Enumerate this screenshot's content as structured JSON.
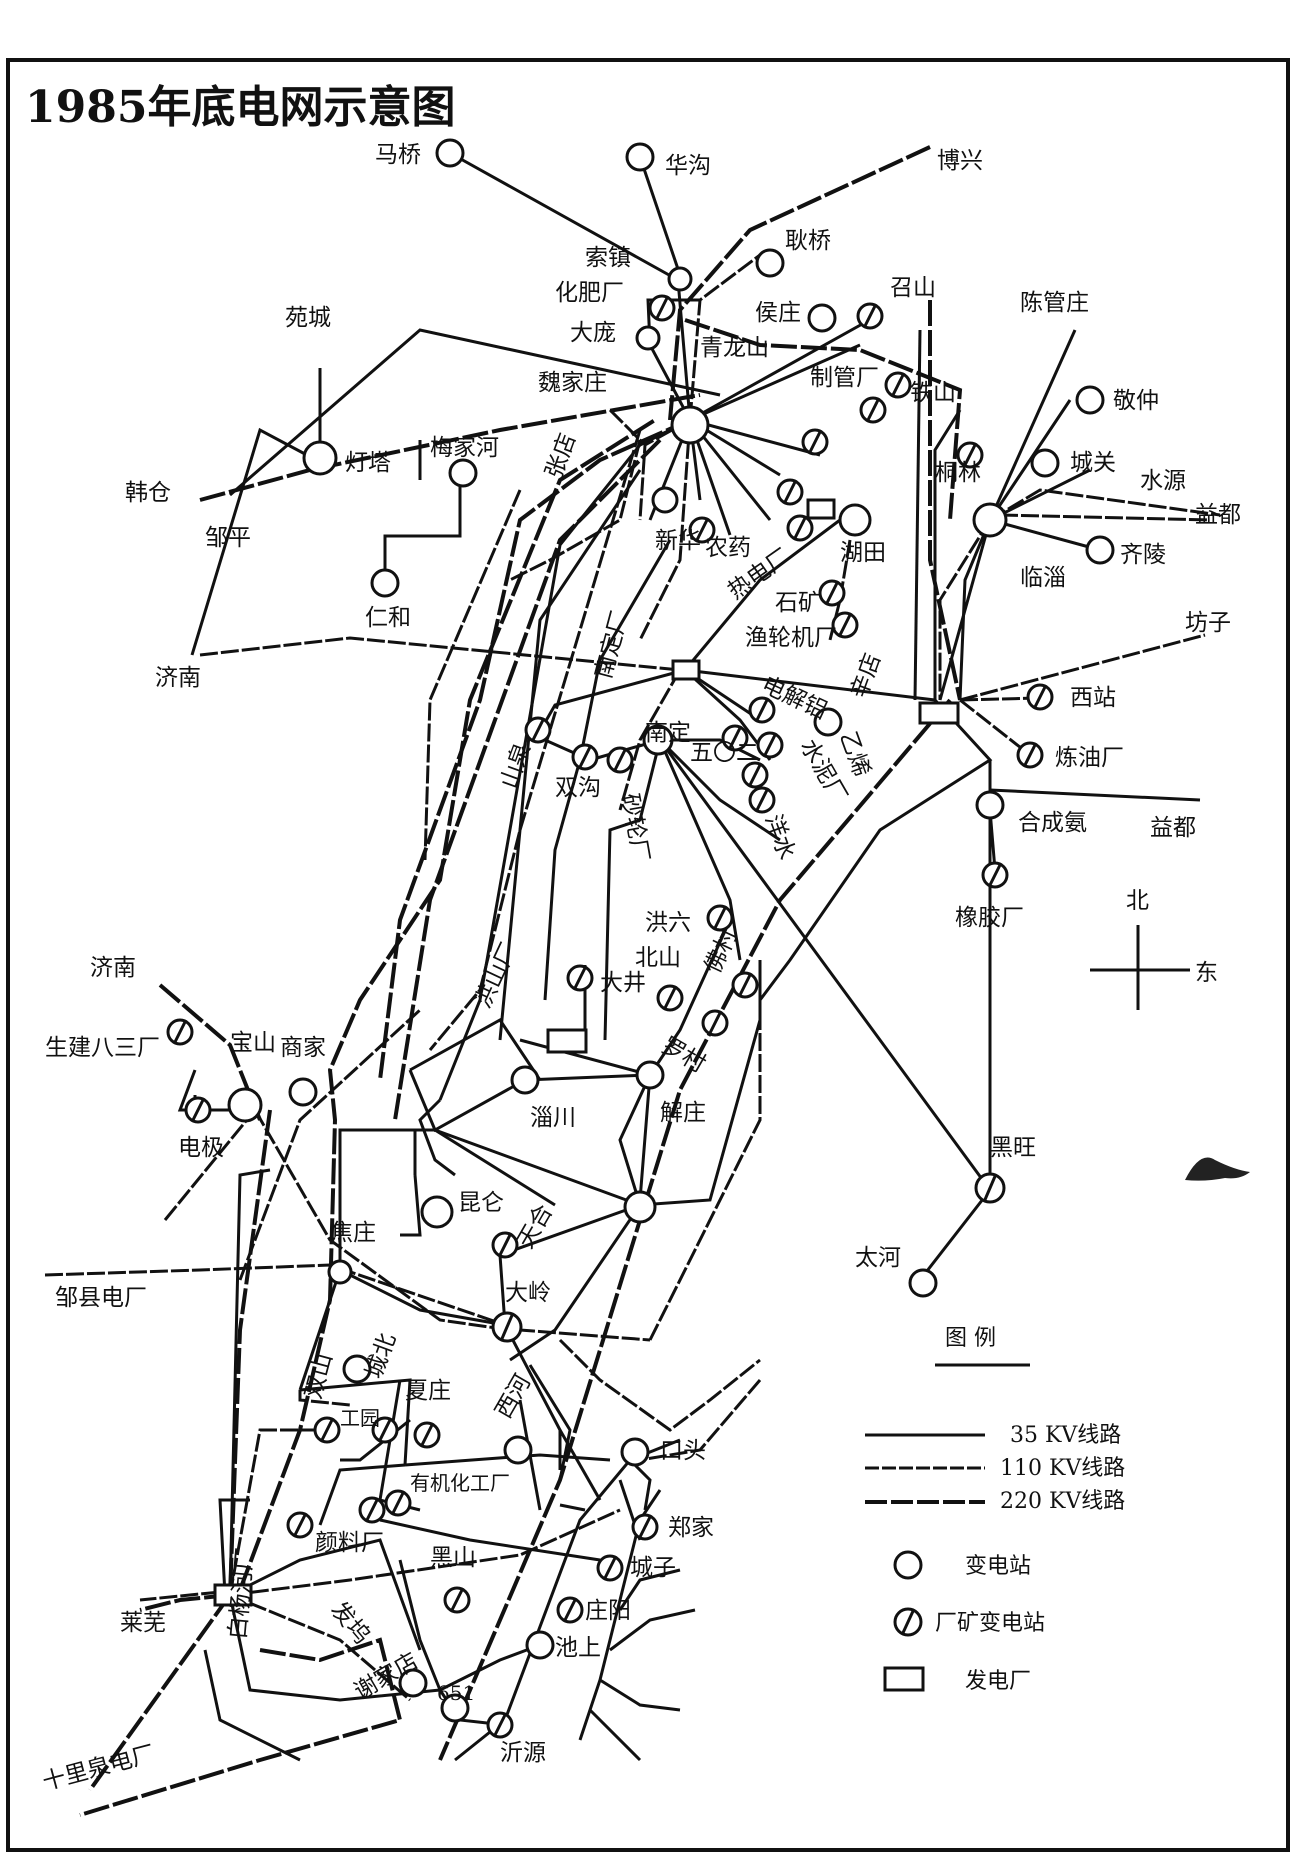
{
  "title": "1985年底电网示意图",
  "compass": {
    "north": "北",
    "east": "东"
  },
  "legend": {
    "heading": "图  例",
    "line_35kv": "35 KV线路",
    "line_110kv": "110 KV线路",
    "line_220kv": "220 KV线路",
    "substation": "变电站",
    "factory_substation": "厂矿变电站",
    "power_plant": "发电厂"
  },
  "places": {
    "maqiao": "马桥",
    "huagou": "华沟",
    "boxing": "博兴",
    "gengqiao": "耿桥",
    "suozhen": "索镇",
    "huafeichang": "化肥厂",
    "dapang": "大庞",
    "houzhuang": "侯庄",
    "qinglongshan": "青龙山",
    "zhaoshan": "召山",
    "weijiazhuang": "魏家庄",
    "zhiguanchang": "制管厂",
    "tieshan": "铁山",
    "tonglin": "桐林",
    "chenguanzhuang": "陈管庄",
    "jingzhong": "敬仲",
    "chengguan": "城关",
    "shuiyuan": "水源",
    "yidu1": "益都",
    "qiling": "齐陵",
    "linzi": "临淄",
    "fangzi": "坊子",
    "yuancheng": "苑城",
    "dengta": "灯塔",
    "meijiahe": "梅家河",
    "hancang": "韩仓",
    "zouping": "邹平",
    "renhe": "仁和",
    "jinan1": "济南",
    "zhangdian": "张店",
    "xinhua": "新华",
    "nongyao": "农药",
    "redianchang": "热电厂",
    "hutian": "湖田",
    "shikuang": "石矿",
    "yulunjichang": "渔轮机厂",
    "xindian": "辛店",
    "nandingchang": "南定厂",
    "diangjielv": "电解铝",
    "shuinichang": "水泥厂",
    "nanding": "南定",
    "shanquan": "山泉",
    "shuanggou": "双沟",
    "shalunchang": "砂轮厂",
    "wuhe": "五〇二",
    "yangshui": "洋水",
    "yixi": "乙烯",
    "xizhan": "西站",
    "lianyouchang": "炼油厂",
    "hechengan": "合成氨",
    "yidu2": "益都",
    "xiangjiaochang": "橡胶厂",
    "hongliu": "洪六",
    "beishan": "北山",
    "fengcun": "佛村",
    "hongshanchang": "洪山厂",
    "dajing": "大井",
    "luocun": "罗村",
    "jinan2": "济南",
    "shengjian": "生建八三厂",
    "baoshan": "宝山",
    "shangjia": "商家",
    "dianji": "电极",
    "zichuan": "淄川",
    "jiezhuang": "解庄",
    "heiwang": "黑旺",
    "taihe": "太河",
    "kunlun": "昆仑",
    "tianhe": "天合",
    "jiaozhuang": "焦庄",
    "zouxian": "邹县电厂",
    "daling": "大岭",
    "chengbei": "城北",
    "shuangshan": "双山",
    "xiazhuang": "夏庄",
    "gongyuan": "工园",
    "xihe": "西河",
    "koutou": "口头",
    "youjihua": "有机化工厂",
    "zhengjia": "郑家",
    "yanliaochang": "颜料厂",
    "baiyanghe": "白杨河厂",
    "heishan": "黑山",
    "chengzi": "城子",
    "laiwu": "莱芜",
    "fawu": "发坞",
    "zhuangyang": "庄阳",
    "xiejiadian": "谢家店",
    "chishang": "池上",
    "n651": "651",
    "yiyuan": "沂源",
    "shiliquan": "十里泉电厂"
  }
}
